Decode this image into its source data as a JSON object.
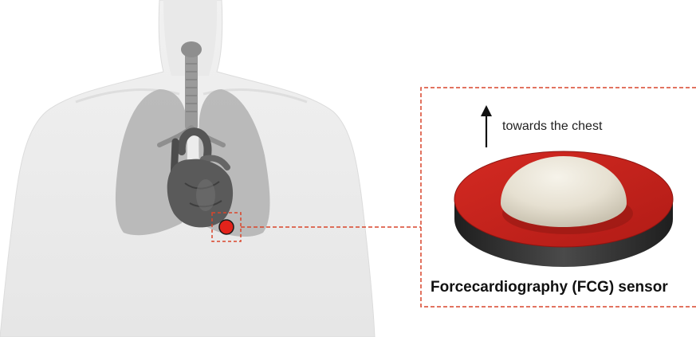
{
  "annotations": {
    "direction_label": "towards the chest",
    "sensor_caption": "Forcecardiography (FCG) sensor"
  },
  "colors": {
    "leader_line": "#d9452b",
    "marker_fill": "#e3231b",
    "sensor_ring": "#c8221d",
    "sensor_base": "#2b2b2b",
    "sensor_dome": "#e8e3d6",
    "body_silhouette": "#ececec",
    "lungs": "#b3b3b3",
    "heart": "#5e5e5e"
  },
  "icons": {
    "anatomy": "human-torso-anatomy",
    "arrow": "arrow-up-icon",
    "sensor": "fcg-sensor-3d"
  }
}
